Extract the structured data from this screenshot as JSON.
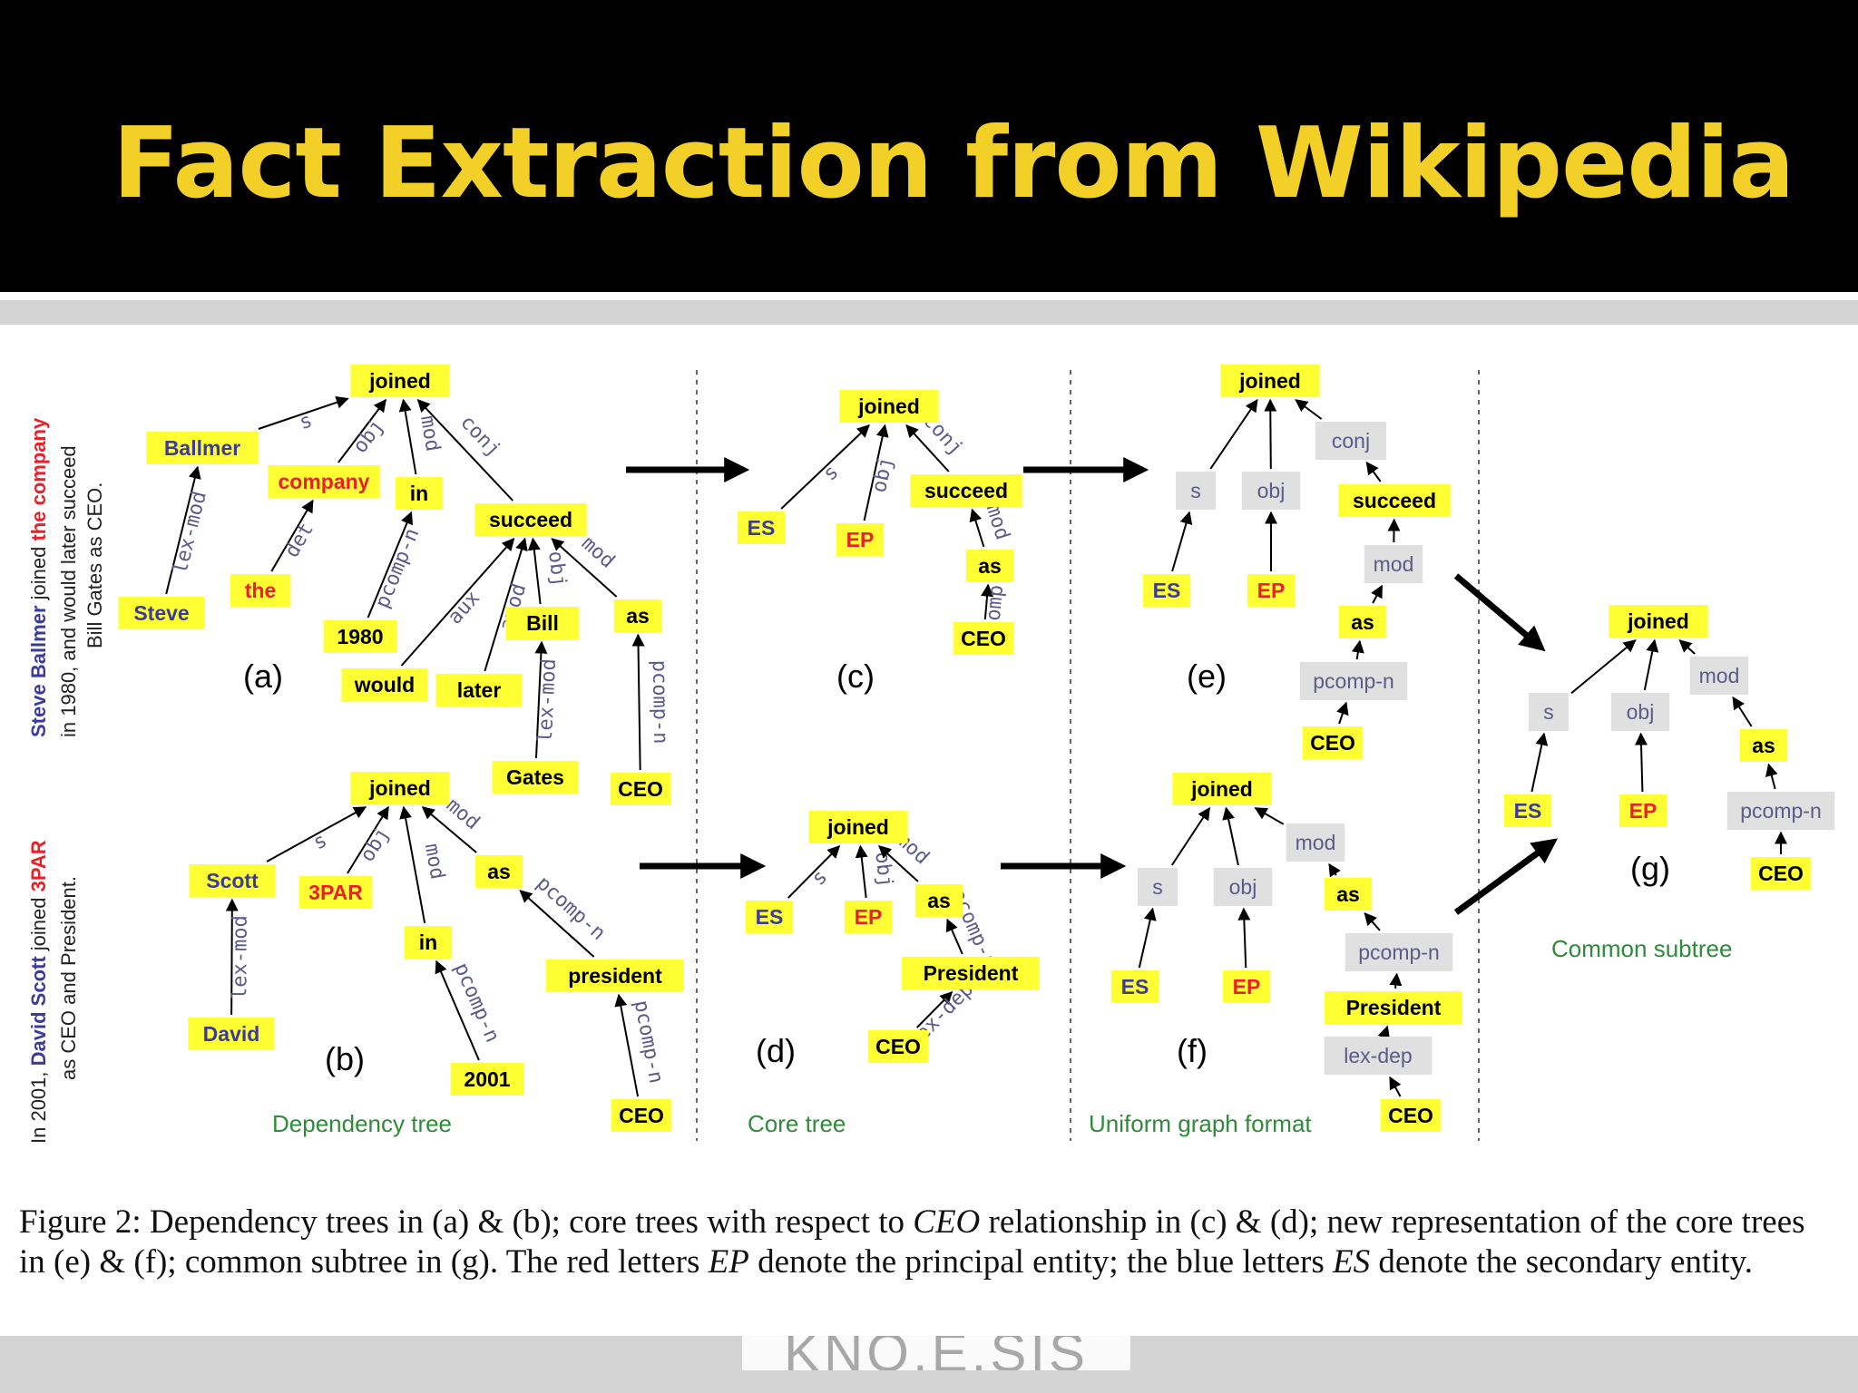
{
  "slide": {
    "title": "Fact Extraction from Wikipedia",
    "caption": {
      "part1": "Figure 2: Dependency trees in (a) & (b); core trees with respect to ",
      "ceo": "CEO",
      "part2": " relationship in (c) & (d); new representation of the core trees in (e) & (f); common subtree in (g). The red letters ",
      "ep": "EP",
      "part3": " denote the principal entity; the blue letters ",
      "es": "ES",
      "part4": " denote the secondary entity."
    },
    "footer_logo": "KNO.E.SIS"
  },
  "colors": {
    "title": "#f2d028",
    "node_yellow": "#ffff33",
    "node_gray": "#e0e0e0",
    "red_text": "#e8202a",
    "blue_text": "#3b3b9c",
    "label_text": "#5b5b8a",
    "subtitle_green": "#2e8b3a"
  },
  "figure": {
    "sentence_a": {
      "line1": [
        "Steve Ballmer",
        " joined ",
        "the company"
      ],
      "line2": "in 1980, and would later succeed",
      "line3": "Bill Gates as CEO."
    },
    "sentence_b": {
      "line1": [
        "In 2001, ",
        "David Scott",
        " joined ",
        "3PAR"
      ],
      "line2": "as CEO and President."
    },
    "panel_labels": [
      "(a)",
      "(b)",
      "(c)",
      "(d)",
      "(e)",
      "(f)",
      "(g)"
    ],
    "subtitles": [
      "Dependency tree",
      "Core tree",
      "Uniform graph format",
      "Common subtree"
    ],
    "nodes": [
      {
        "text": "joined",
        "kind": "yellow",
        "fg": "black"
      },
      {
        "text": "Ballmer",
        "kind": "yellow",
        "fg": "blue"
      },
      {
        "text": "company",
        "kind": "yellow",
        "fg": "red"
      },
      {
        "text": "in",
        "kind": "yellow",
        "fg": "black"
      },
      {
        "text": "succeed",
        "kind": "yellow",
        "fg": "black"
      },
      {
        "text": "the",
        "kind": "yellow",
        "fg": "red"
      },
      {
        "text": "Steve",
        "kind": "yellow",
        "fg": "blue"
      },
      {
        "text": "1980",
        "kind": "yellow",
        "fg": "black"
      },
      {
        "text": "would",
        "kind": "yellow",
        "fg": "black"
      },
      {
        "text": "later",
        "kind": "yellow",
        "fg": "black"
      },
      {
        "text": "Bill",
        "kind": "yellow",
        "fg": "black"
      },
      {
        "text": "as",
        "kind": "yellow",
        "fg": "black"
      },
      {
        "text": "Gates",
        "kind": "yellow",
        "fg": "black"
      },
      {
        "text": "CEO",
        "kind": "yellow",
        "fg": "black"
      },
      {
        "text": "joined",
        "kind": "yellow",
        "fg": "black"
      },
      {
        "text": "Scott",
        "kind": "yellow",
        "fg": "blue"
      },
      {
        "text": "3PAR",
        "kind": "yellow",
        "fg": "red"
      },
      {
        "text": "as",
        "kind": "yellow",
        "fg": "black"
      },
      {
        "text": "in",
        "kind": "yellow",
        "fg": "black"
      },
      {
        "text": "president",
        "kind": "yellow",
        "fg": "black"
      },
      {
        "text": "David",
        "kind": "yellow",
        "fg": "blue"
      },
      {
        "text": "2001",
        "kind": "yellow",
        "fg": "black"
      },
      {
        "text": "CEO",
        "kind": "yellow",
        "fg": "black"
      },
      {
        "text": "joined",
        "kind": "yellow",
        "fg": "black"
      },
      {
        "text": "succeed",
        "kind": "yellow",
        "fg": "black"
      },
      {
        "text": "ES",
        "kind": "yellow",
        "fg": "blue"
      },
      {
        "text": "EP",
        "kind": "yellow",
        "fg": "red"
      },
      {
        "text": "as",
        "kind": "yellow",
        "fg": "black"
      },
      {
        "text": "CEO",
        "kind": "yellow",
        "fg": "black"
      },
      {
        "text": "joined",
        "kind": "yellow",
        "fg": "black"
      },
      {
        "text": "ES",
        "kind": "yellow",
        "fg": "blue"
      },
      {
        "text": "EP",
        "kind": "yellow",
        "fg": "red"
      },
      {
        "text": "as",
        "kind": "yellow",
        "fg": "black"
      },
      {
        "text": "President",
        "kind": "yellow",
        "fg": "black"
      },
      {
        "text": "CEO",
        "kind": "yellow",
        "fg": "black"
      },
      {
        "text": "joined",
        "kind": "yellow",
        "fg": "black"
      },
      {
        "text": "conj",
        "kind": "gray",
        "fg": "mono"
      },
      {
        "text": "s",
        "kind": "gray",
        "fg": "mono"
      },
      {
        "text": "obj",
        "kind": "gray",
        "fg": "mono"
      },
      {
        "text": "succeed",
        "kind": "yellow",
        "fg": "black"
      },
      {
        "text": "mod",
        "kind": "gray",
        "fg": "mono"
      },
      {
        "text": "ES",
        "kind": "yellow",
        "fg": "blue"
      },
      {
        "text": "EP",
        "kind": "yellow",
        "fg": "red"
      },
      {
        "text": "as",
        "kind": "yellow",
        "fg": "black"
      },
      {
        "text": "pcomp-n",
        "kind": "gray",
        "fg": "mono"
      },
      {
        "text": "CEO",
        "kind": "yellow",
        "fg": "black"
      },
      {
        "text": "joined",
        "kind": "yellow",
        "fg": "black"
      },
      {
        "text": "mod",
        "kind": "gray",
        "fg": "mono"
      },
      {
        "text": "s",
        "kind": "gray",
        "fg": "mono"
      },
      {
        "text": "obj",
        "kind": "gray",
        "fg": "mono"
      },
      {
        "text": "as",
        "kind": "yellow",
        "fg": "black"
      },
      {
        "text": "ES",
        "kind": "yellow",
        "fg": "blue"
      },
      {
        "text": "EP",
        "kind": "yellow",
        "fg": "red"
      },
      {
        "text": "pcomp-n",
        "kind": "gray",
        "fg": "mono"
      },
      {
        "text": "President",
        "kind": "yellow",
        "fg": "black"
      },
      {
        "text": "lex-dep",
        "kind": "gray",
        "fg": "mono"
      },
      {
        "text": "CEO",
        "kind": "yellow",
        "fg": "black"
      },
      {
        "text": "joined",
        "kind": "yellow",
        "fg": "black"
      },
      {
        "text": "s",
        "kind": "gray",
        "fg": "mono"
      },
      {
        "text": "obj",
        "kind": "gray",
        "fg": "mono"
      },
      {
        "text": "mod",
        "kind": "gray",
        "fg": "mono"
      },
      {
        "text": "as",
        "kind": "yellow",
        "fg": "black"
      },
      {
        "text": "ES",
        "kind": "yellow",
        "fg": "blue"
      },
      {
        "text": "EP",
        "kind": "yellow",
        "fg": "red"
      },
      {
        "text": "pcomp-n",
        "kind": "gray",
        "fg": "mono"
      },
      {
        "text": "CEO",
        "kind": "yellow",
        "fg": "black"
      }
    ],
    "edges": [
      {
        "from": 1,
        "to": 0,
        "label": "s"
      },
      {
        "from": 2,
        "to": 0,
        "label": "obj"
      },
      {
        "from": 3,
        "to": 0,
        "label": "mod"
      },
      {
        "from": 4,
        "to": 0,
        "label": "conj"
      },
      {
        "from": 6,
        "to": 1,
        "label": "lex-mod"
      },
      {
        "from": 5,
        "to": 2,
        "label": "det"
      },
      {
        "from": 7,
        "to": 3,
        "label": "pcomp-n"
      },
      {
        "from": 8,
        "to": 4,
        "label": "aux"
      },
      {
        "from": 9,
        "to": 4,
        "label": "amod"
      },
      {
        "from": 10,
        "to": 4,
        "label": "obj"
      },
      {
        "from": 11,
        "to": 4,
        "label": "mod"
      },
      {
        "from": 12,
        "to": 10,
        "label": "lex-mod"
      },
      {
        "from": 13,
        "to": 11,
        "label": "pcomp-n"
      },
      {
        "from": 15,
        "to": 14,
        "label": "s"
      },
      {
        "from": 16,
        "to": 14,
        "label": "obj"
      },
      {
        "from": 18,
        "to": 14,
        "label": "mod"
      },
      {
        "from": 17,
        "to": 14,
        "label": "mod"
      },
      {
        "from": 20,
        "to": 15,
        "label": "lex-mod"
      },
      {
        "from": 21,
        "to": 18,
        "label": "pcomp-n"
      },
      {
        "from": 19,
        "to": 17,
        "label": "pcomp-n"
      },
      {
        "from": 22,
        "to": 19,
        "label": "pcomp-n"
      },
      {
        "from": 25,
        "to": 23,
        "label": "s"
      },
      {
        "from": 26,
        "to": 23,
        "label": "obj"
      },
      {
        "from": 24,
        "to": 23,
        "label": "conj"
      },
      {
        "from": 27,
        "to": 24,
        "label": "mod"
      },
      {
        "from": 28,
        "to": 27,
        "label": "pcomp-n"
      },
      {
        "from": 30,
        "to": 29,
        "label": "s"
      },
      {
        "from": 31,
        "to": 29,
        "label": "obj"
      },
      {
        "from": 32,
        "to": 29,
        "label": "mod"
      },
      {
        "from": 33,
        "to": 32,
        "label": "pcomp-n"
      },
      {
        "from": 34,
        "to": 33,
        "label": "lex-dep"
      },
      {
        "from": 37,
        "to": 35,
        "label": ""
      },
      {
        "from": 38,
        "to": 35,
        "label": ""
      },
      {
        "from": 36,
        "to": 35,
        "label": ""
      },
      {
        "from": 39,
        "to": 36,
        "label": ""
      },
      {
        "from": 41,
        "to": 37,
        "label": ""
      },
      {
        "from": 42,
        "to": 38,
        "label": ""
      },
      {
        "from": 40,
        "to": 39,
        "label": ""
      },
      {
        "from": 43,
        "to": 40,
        "label": ""
      },
      {
        "from": 44,
        "to": 43,
        "label": ""
      },
      {
        "from": 45,
        "to": 44,
        "label": ""
      },
      {
        "from": 48,
        "to": 46,
        "label": ""
      },
      {
        "from": 49,
        "to": 46,
        "label": ""
      },
      {
        "from": 47,
        "to": 46,
        "label": ""
      },
      {
        "from": 51,
        "to": 48,
        "label": ""
      },
      {
        "from": 52,
        "to": 49,
        "label": ""
      },
      {
        "from": 50,
        "to": 47,
        "label": ""
      },
      {
        "from": 53,
        "to": 50,
        "label": ""
      },
      {
        "from": 54,
        "to": 53,
        "label": ""
      },
      {
        "from": 55,
        "to": 54,
        "label": ""
      },
      {
        "from": 56,
        "to": 55,
        "label": ""
      },
      {
        "from": 58,
        "to": 57,
        "label": ""
      },
      {
        "from": 59,
        "to": 57,
        "label": ""
      },
      {
        "from": 60,
        "to": 57,
        "label": ""
      },
      {
        "from": 62,
        "to": 58,
        "label": ""
      },
      {
        "from": 63,
        "to": 59,
        "label": ""
      },
      {
        "from": 61,
        "to": 60,
        "label": ""
      },
      {
        "from": 64,
        "to": 61,
        "label": ""
      },
      {
        "from": 65,
        "to": 64,
        "label": ""
      }
    ]
  }
}
